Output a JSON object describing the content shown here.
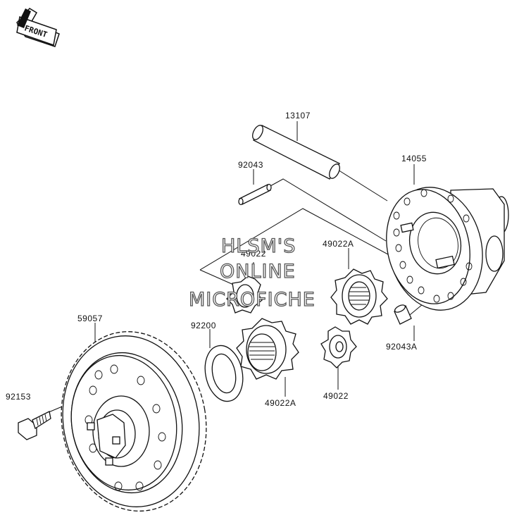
{
  "front_badge": {
    "text": "FRONT"
  },
  "parts": [
    {
      "id": "13107",
      "name": "shaft"
    },
    {
      "id": "14055",
      "name": "differential-case"
    },
    {
      "id": "92043",
      "name": "pin"
    },
    {
      "id": "49022",
      "name": "pinion-gear-upper"
    },
    {
      "id": "49022A",
      "name": "side-gear-upper"
    },
    {
      "id": "92043A",
      "name": "pin-a"
    },
    {
      "id": "59057",
      "name": "ring-gear"
    },
    {
      "id": "92200",
      "name": "washer"
    },
    {
      "id": "49022A",
      "name": "side-gear-lower"
    },
    {
      "id": "49022",
      "name": "pinion-gear-lower"
    },
    {
      "id": "92153",
      "name": "bolt"
    }
  ],
  "watermark": {
    "line1": "HLSM'S",
    "line2": "ONLINE",
    "line3": "MICROFICHE"
  }
}
